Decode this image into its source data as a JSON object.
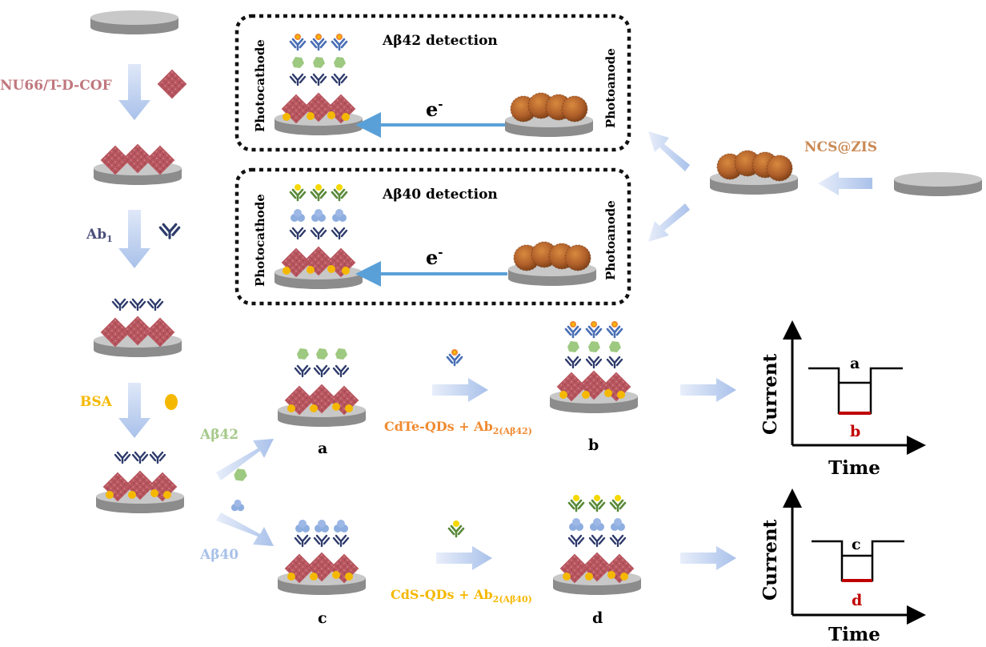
{
  "colors": {
    "cof": "#b8565f",
    "antibody": "#2d3a6b",
    "bsa": "#f5b800",
    "abeta42": "#8cc06a",
    "abeta40": "#8eaee0",
    "nu66_text": "#c0787e",
    "ab1_text": "#4a4f7a",
    "bsa_text": "#f5b800",
    "abeta42_text": "#a6c98a",
    "abeta40_text": "#a8c2e8",
    "ncs_text": "#c98a55",
    "cdte_text": "#f08a30",
    "cds_text": "#f5b800",
    "arrow_flow": "#a9c1ea",
    "electron_arrow": "#5aa0d8",
    "trace_low": "#c00000",
    "disk_top": "#c8c8c8",
    "disk_side": "#8c8c8c"
  },
  "labels": {
    "nu66": "NU66/T-D-COF",
    "ab1": "Ab",
    "ab1_sub": "1",
    "bsa": "BSA",
    "abeta42": "Aβ42",
    "abeta40": "Aβ40",
    "ncs": "NCS@ZIS",
    "cdte_main": "CdTe-QDs + Ab",
    "cdte_sub": "2(Aβ42)",
    "cds_main": "CdS-QDs + Ab",
    "cds_sub": "2(Aβ40)",
    "stage_a": "a",
    "stage_b": "b",
    "stage_c": "c",
    "stage_d": "d"
  },
  "boxes": {
    "top_title": "Aβ42 detection",
    "bottom_title": "Aβ40 detection",
    "photocathode": "Photocathode",
    "photoanode": "Photoanode",
    "electron": "e",
    "electron_sup": "-"
  },
  "plots": [
    {
      "axis_y": "Current",
      "axis_x": "Time",
      "high_label": "a",
      "low_label": "b"
    },
    {
      "axis_y": "Current",
      "axis_x": "Time",
      "high_label": "c",
      "low_label": "d"
    }
  ]
}
